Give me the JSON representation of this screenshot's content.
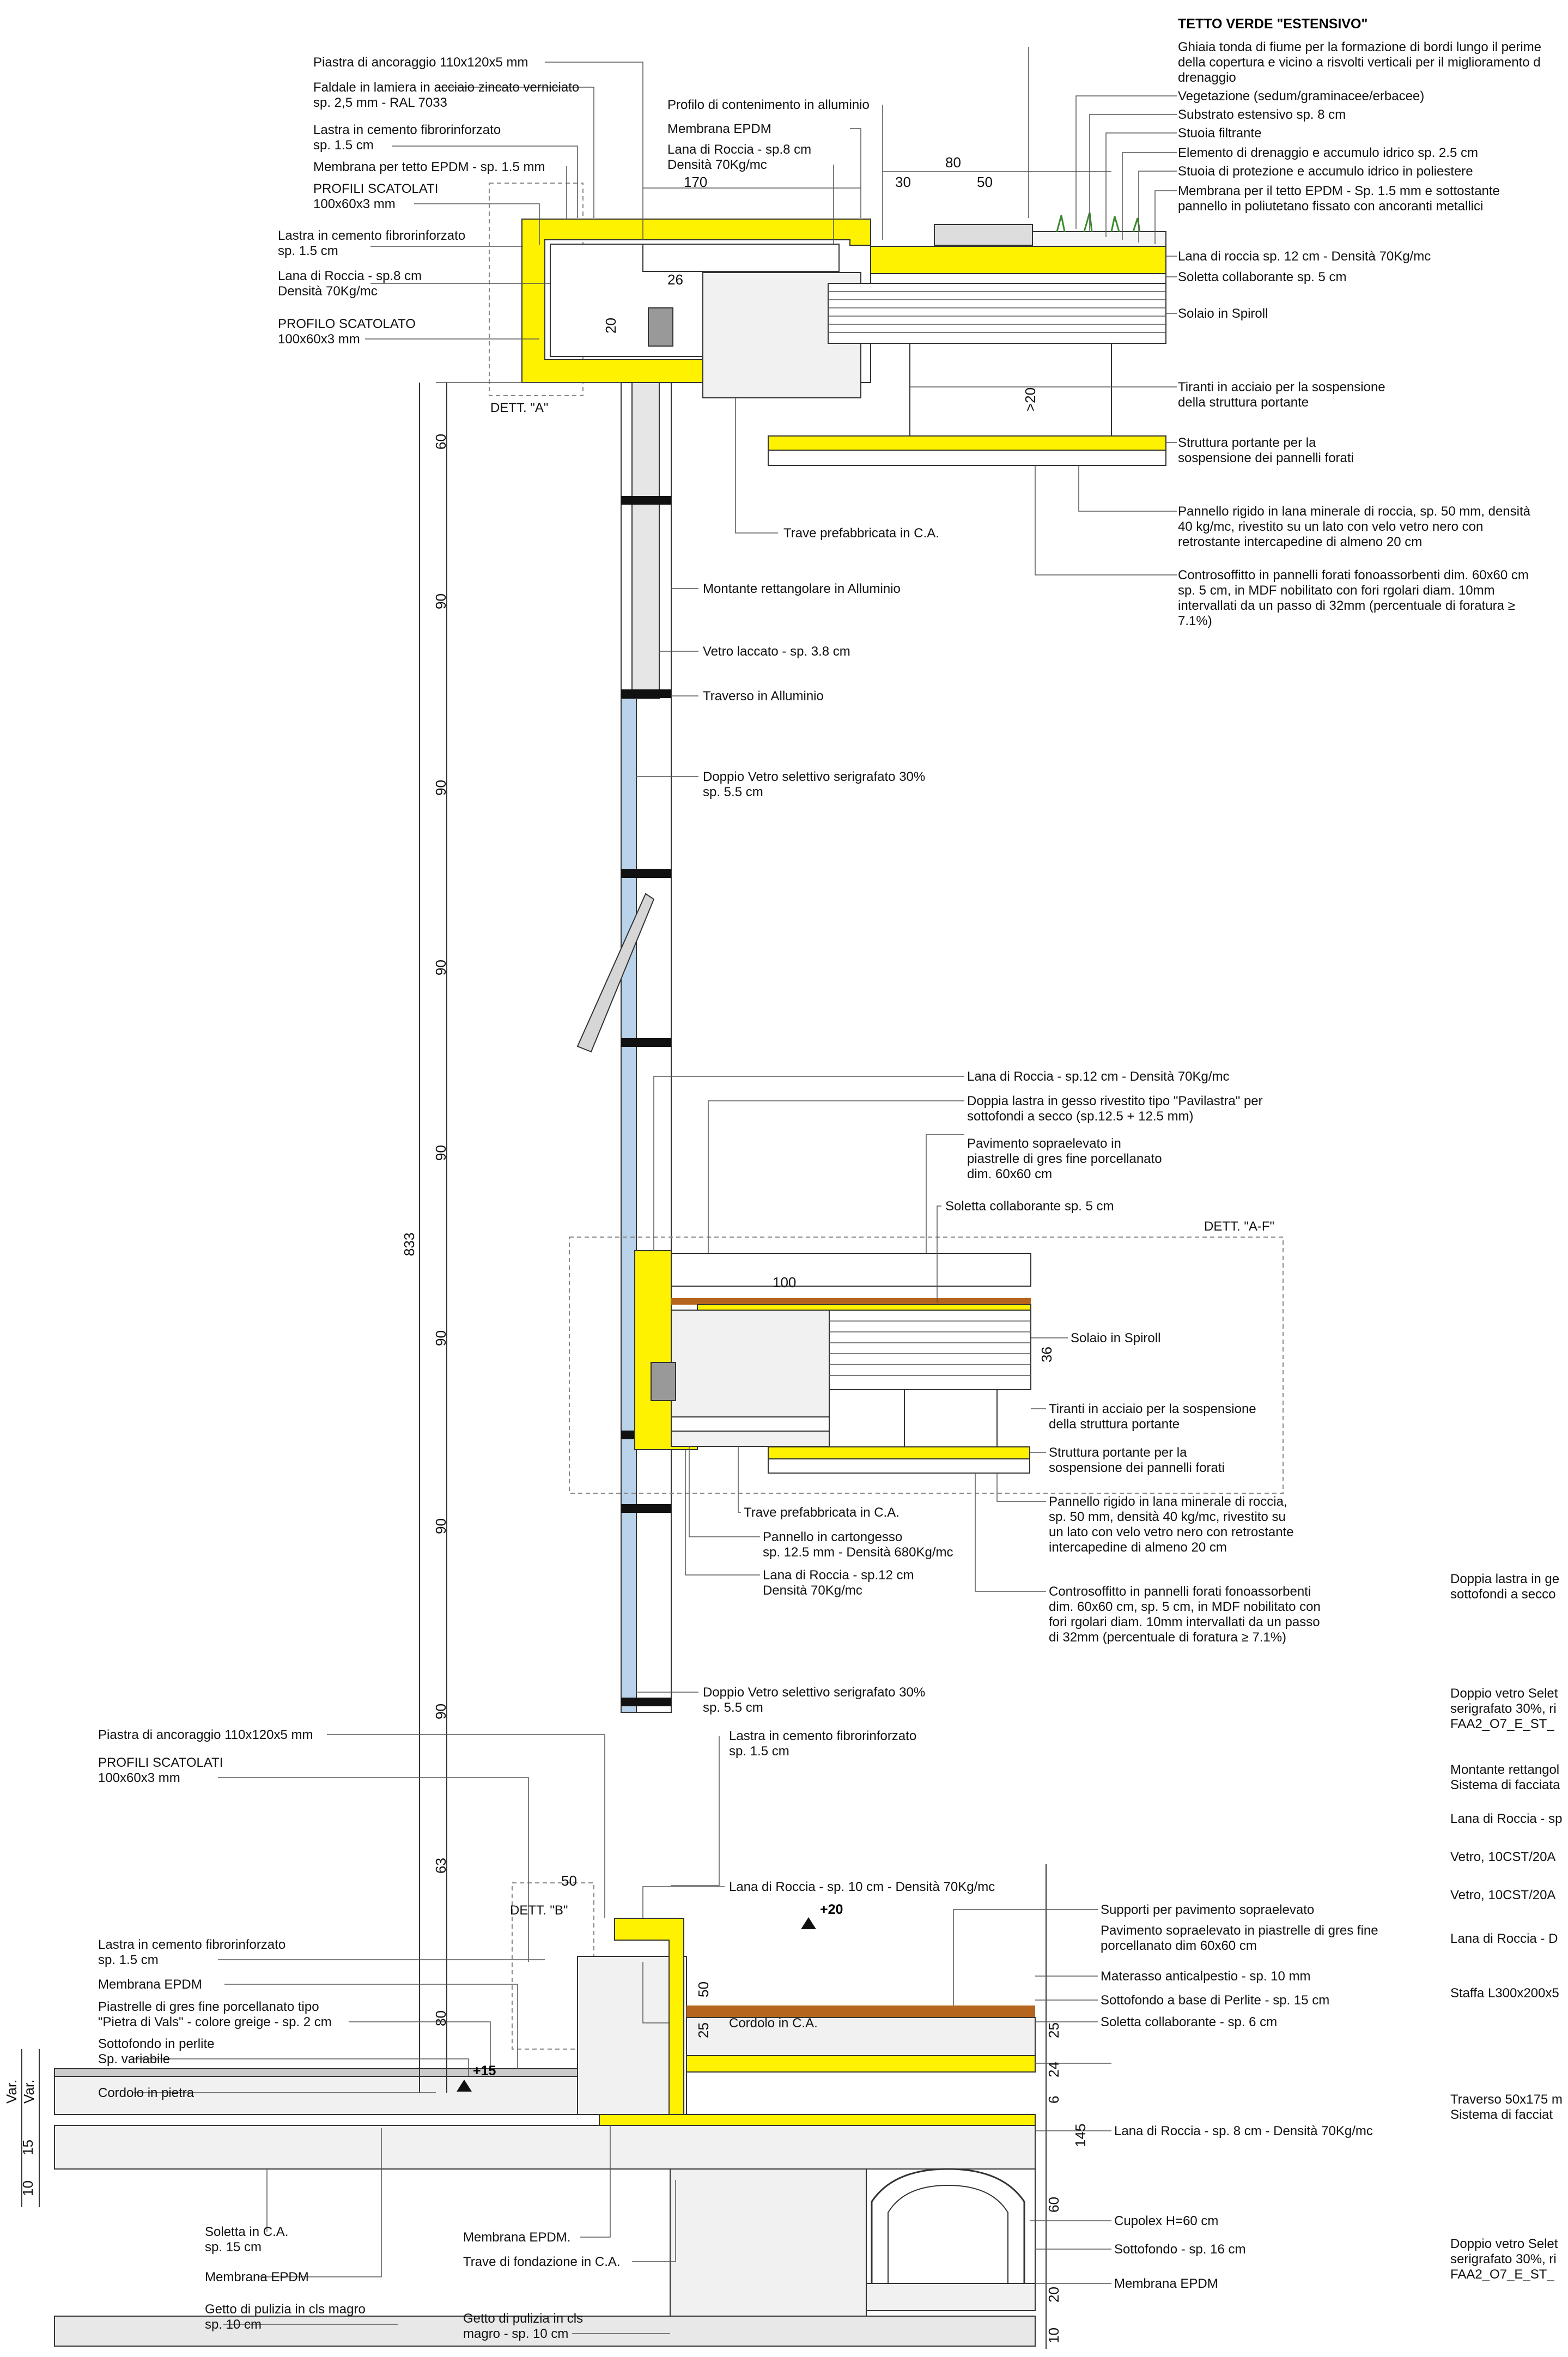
{
  "title_roof": "TETTO VERDE \"ESTENSIVO\"",
  "labels_right_roof": [
    "Ghiaia tonda di fiume per la formazione di bordi lungo il perime",
    "della copertura e vicino a risvolti verticali per il miglioramento d",
    "drenaggio",
    "Vegetazione  (sedum/graminacee/erbacee)",
    "Substrato estensivo sp. 8 cm",
    "Stuoia filtrante",
    "Elemento di drenaggio e accumulo idrico sp. 2.5 cm",
    "Stuoia di protezione e accumulo idrico in poliestere",
    "Membrana per il tetto EPDM - Sp. 1.5 mm e sottostante",
    "pannello in poliutetano fissato con ancoranti metallici",
    "Lana di roccia sp. 12 cm - Densità 70Kg/mc",
    "Soletta collaborante sp. 5 cm",
    "Solaio in Spiroll",
    "Tiranti in acciaio per la sospensione",
    "della struttura portante",
    "Struttura portante per la",
    "sospensione dei pannelli forati",
    "Pannello rigido in lana minerale di roccia,  sp. 50 mm, densità",
    "40 kg/mc, rivestito su un lato con velo vetro nero con",
    "retrostante intercapedine di almeno 20 cm",
    "Controsoffitto in pannelli forati fonoassorbenti dim. 60x60 cm",
    "sp. 5 cm, in MDF nobilitato con fori rgolari diam. 10mm",
    "intervallati da un passo di 32mm (percentuale di foratura ≥",
    "7.1%)"
  ],
  "labels_left_roof": [
    "Piastra di ancoraggio 110x120x5 mm",
    "Faldale in lamiera in acciaio zincato verniciato",
    "sp. 2,5 mm - RAL 7033",
    "Lastra in cemento fibrorinforzato",
    "sp. 1.5 cm",
    "Membrana per tetto EPDM - sp. 1.5 mm",
    "PROFILI SCATOLATI",
    "100x60x3 mm",
    "Lastra in cemento fibrorinforzato",
    "sp. 1.5 cm",
    "Lana di Roccia - sp.8 cm",
    "Densità 70Kg/mc",
    "PROFILO SCATOLATO",
    "100x60x3 mm"
  ],
  "labels_top_center": [
    "Profilo di contenimento in alluminio",
    "Membrana EPDM",
    "Lana di Roccia - sp.8 cm",
    "Densità 70Kg/mc"
  ],
  "dims_top": [
    "80",
    "170",
    "30",
    "50",
    "26",
    "20",
    ">20"
  ],
  "dett_a": "DETT. \"A\"",
  "labels_facade": [
    "Trave prefabbricata in C.A.",
    "Montante rettangolare in Alluminio",
    "Vetro laccato - sp. 3.8 cm",
    "Traverso in Alluminio",
    "Doppio Vetro selettivo serigrafato 30%",
    "sp. 5.5 cm"
  ],
  "labels_mid": [
    "Lana di Roccia - sp.12 cm  - Densità 70Kg/mc",
    "Doppia lastra in gesso rivestito tipo \"Pavilastra\" per",
    "sottofondi a secco (sp.12.5 + 12.5 mm)",
    "Pavimento sopraelevato in",
    "piastrelle di gres fine porcellanato",
    "dim. 60x60 cm",
    "Soletta collaborante sp. 5 cm",
    "DETT. \"A-F\"",
    "Solaio in Spiroll",
    "Tiranti in acciaio per la sospensione",
    "della struttura portante",
    "Struttura portante per la",
    "sospensione dei pannelli forati",
    "Pannello rigido in lana minerale di roccia,",
    "sp. 50 mm, densità 40 kg/mc, rivestito su",
    "un lato con velo vetro nero con retrostante",
    "intercapedine di almeno 20 cm",
    "Controsoffitto in pannelli forati fonoassorbenti",
    "dim. 60x60 cm, sp. 5 cm, in MDF nobilitato con",
    "fori rgolari diam. 10mm intervallati da un passo",
    "di 32mm (percentuale di foratura ≥ 7.1%)",
    "Trave prefabbricata in C.A.",
    "Pannello in cartongesso",
    "sp. 12.5 mm - Densità 680Kg/mc",
    "Lana di Roccia - sp.12 cm",
    "Densità 70Kg/mc",
    "Doppio Vetro selettivo serigrafato 30%",
    "sp. 5.5 cm"
  ],
  "dims_mid": [
    "100",
    "36"
  ],
  "labels_far_right": [
    "Doppia lastra in ge",
    "sottofondi a secco",
    "Doppio vetro Selet",
    "serigrafato 30%, ri",
    "FAA2_O7_E_ST_",
    "Montante rettangol",
    "Sistema di facciata",
    "Lana di Roccia - sp",
    "Vetro, 10CST/20A",
    "Vetro, 10CST/20A",
    "Lana di Roccia - D",
    "Staffa L300x200x5",
    "Traverso 50x175 m",
    "Sistema di facciat",
    "Doppio vetro Selet",
    "serigrafato 30%, ri",
    "FAA2_O7_E_ST_"
  ],
  "labels_bottom_left": [
    "Piastra di ancoraggio 110x120x5 mm",
    "PROFILI SCATOLATI",
    "100x60x3 mm",
    "Lastra in cemento fibrorinforzato",
    "sp. 1.5 cm",
    "Membrana EPDM",
    "Piastrelle di gres fine porcellanato tipo",
    "\"Pietra di Vals\" - colore greige - sp. 2 cm",
    "Sottofondo in perlite",
    "Sp. variabile",
    "Cordolo in pietra",
    "Soletta in C.A.",
    "sp. 15 cm",
    "Membrana EPDM",
    "Getto di pulizia in cls magro",
    "sp. 10 cm"
  ],
  "labels_bottom_center": [
    "Lastra in cemento fibrorinforzato",
    "sp. 1.5 cm",
    "Lana di Roccia - sp. 10 cm - Densità 70Kg/mc",
    "DETT. \"B\"",
    "Cordolo in C.A.",
    "Membrana EPDM.",
    "Trave di fondazione in C.A.",
    "Getto di pulizia in cls",
    "magro - sp. 10 cm"
  ],
  "labels_bottom_right": [
    "Supporti per pavimento sopraelevato",
    "Pavimento sopraelevato in piastrelle di gres fine",
    "porcellanato dim 60x60 cm",
    "Materasso anticalpestio - sp. 10 mm",
    "Sottofondo a base di Perlite - sp. 15 cm",
    "Soletta collaborante - sp. 6 cm",
    "Lana di Roccia - sp. 8 cm - Densità 70Kg/mc",
    "Cupolex H=60 cm",
    "Sottofondo - sp. 16 cm",
    "Membrana EPDM"
  ],
  "levels": [
    "+15",
    "+20"
  ],
  "dims_vertical_left": [
    "60",
    "90",
    "90",
    "90",
    "90",
    "90",
    "90",
    "90",
    "63",
    "80",
    "833"
  ],
  "dims_bottom": [
    "50",
    "50",
    "25",
    "25",
    "24",
    "6",
    "145",
    "60",
    "20",
    "10",
    "10",
    "15",
    "Var.",
    "Var."
  ]
}
